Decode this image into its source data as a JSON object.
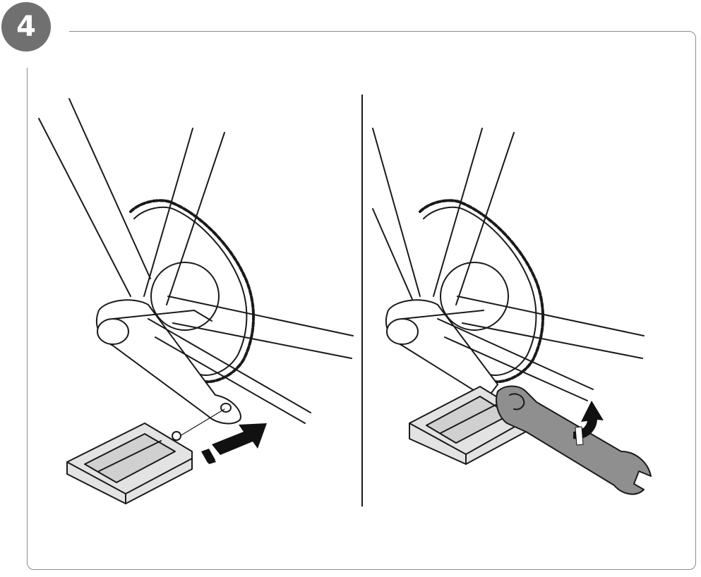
{
  "step": {
    "number": "4"
  },
  "colors": {
    "badge_fill": "#707070",
    "badge_text": "#ffffff",
    "frame_border": "#8c8c8c",
    "line_art": "#1a1a1a",
    "pedal_fill": "#e3e3e3",
    "wrench_fill": "#8f8f8f",
    "arrow_fill": "#111111"
  },
  "panels": [
    {
      "id": "left",
      "action": "insert-pedal",
      "icons": [
        "bicycle-frame",
        "chainring",
        "crank-arm",
        "pedal",
        "insert-arrow"
      ]
    },
    {
      "id": "right",
      "action": "tighten-with-wrench",
      "icons": [
        "bicycle-frame",
        "chainring",
        "crank-arm",
        "pedal",
        "wrench",
        "rotate-arrow"
      ]
    }
  ]
}
